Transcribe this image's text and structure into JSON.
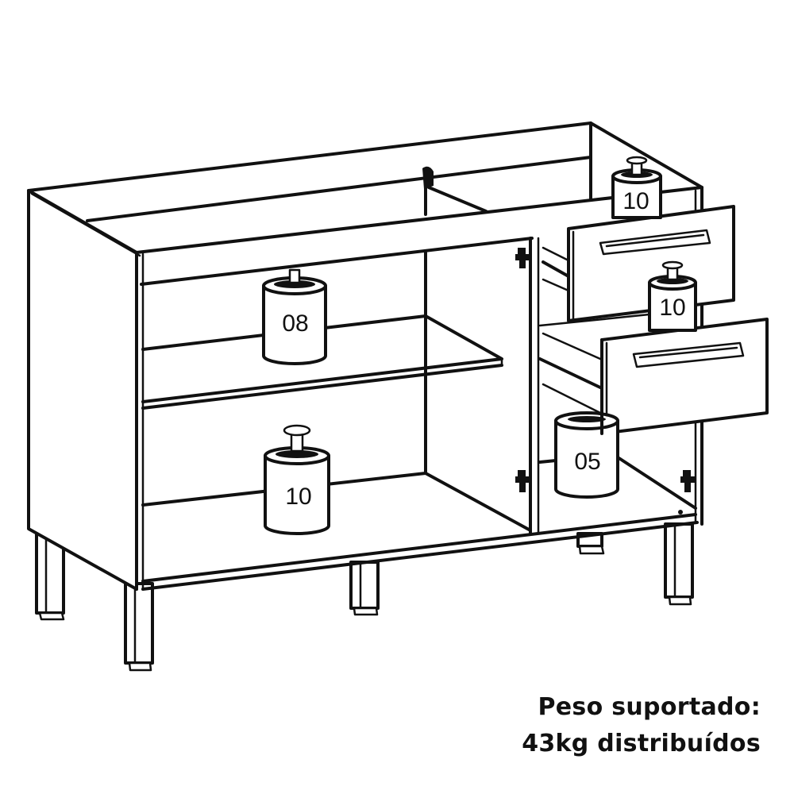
{
  "diagram": {
    "subject": "kitchen cabinet with two drawers, two doors (removed) and internal shelf",
    "weights": [
      {
        "id": "weight-top-right",
        "label": "10",
        "location": "cabinet top, right"
      },
      {
        "id": "weight-shelf",
        "label": "08",
        "location": "middle shelf, left compartment"
      },
      {
        "id": "weight-drawer",
        "label": "10",
        "location": "upper drawer"
      },
      {
        "id": "weight-bottom-left",
        "label": "10",
        "location": "bottom, left compartment"
      },
      {
        "id": "weight-bottom-right",
        "label": "05",
        "location": "bottom, right compartment"
      }
    ],
    "colors": {
      "line": "#111111",
      "background": "#ffffff"
    }
  },
  "caption": {
    "line1": "Peso suportado:",
    "line2": "43kg distribuídos"
  }
}
